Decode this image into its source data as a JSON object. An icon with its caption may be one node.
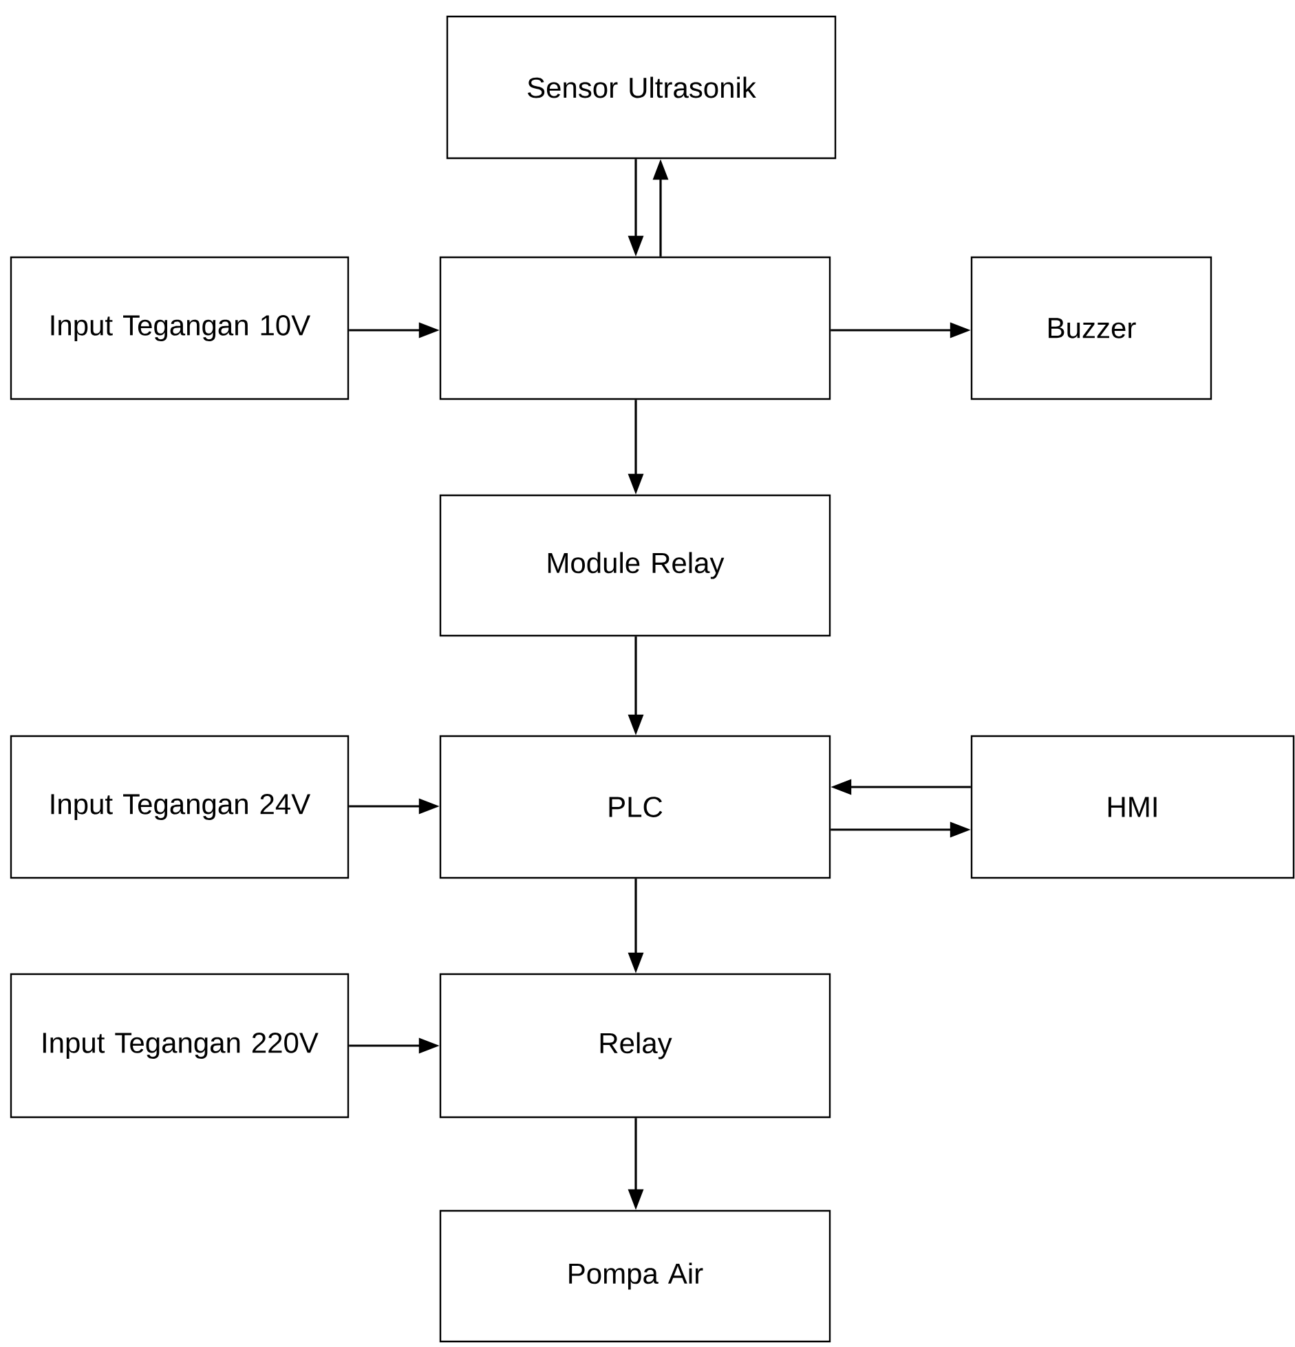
{
  "diagram": {
    "nodes": [
      {
        "text": [
          "Sensor Ultrasonik"
        ]
      },
      {
        "text": [
          "Input Tegangan 10V"
        ]
      },
      {
        "text": [],
        "shape": "box"
      },
      {
        "text": [
          "Buzzer"
        ]
      },
      {
        "text": [
          "Module Relay"
        ]
      },
      {
        "text": [
          "Input Tegangan 24V"
        ]
      },
      {
        "text": [
          "PLC"
        ]
      },
      {
        "text": [
          "HMI"
        ]
      },
      {
        "text": [
          "Input Tegangan 220V"
        ]
      },
      {
        "text": [
          "Relay"
        ]
      },
      {
        "text": [
          "Pompa Air"
        ]
      }
    ],
    "edges": [
      {
        "from": 0,
        "to": 2,
        "arrow": "to"
      },
      {
        "from": 2,
        "to": 0,
        "arrow": "to"
      },
      {
        "from": 1,
        "to": 2,
        "arrow": "to"
      },
      {
        "from": 2,
        "to": 3,
        "arrow": "to"
      },
      {
        "from": 2,
        "to": 4,
        "arrow": "to"
      },
      {
        "from": 4,
        "to": 6,
        "arrow": "to"
      },
      {
        "from": 5,
        "to": 6,
        "arrow": "to"
      },
      {
        "from": 7,
        "to": 6,
        "arrow": "to"
      },
      {
        "from": 6,
        "to": 7,
        "arrow": "to"
      },
      {
        "from": 6,
        "to": 9,
        "arrow": "to"
      },
      {
        "from": 8,
        "to": 9,
        "arrow": "to"
      },
      {
        "from": 9,
        "to": 10,
        "arrow": "to"
      }
    ]
  }
}
